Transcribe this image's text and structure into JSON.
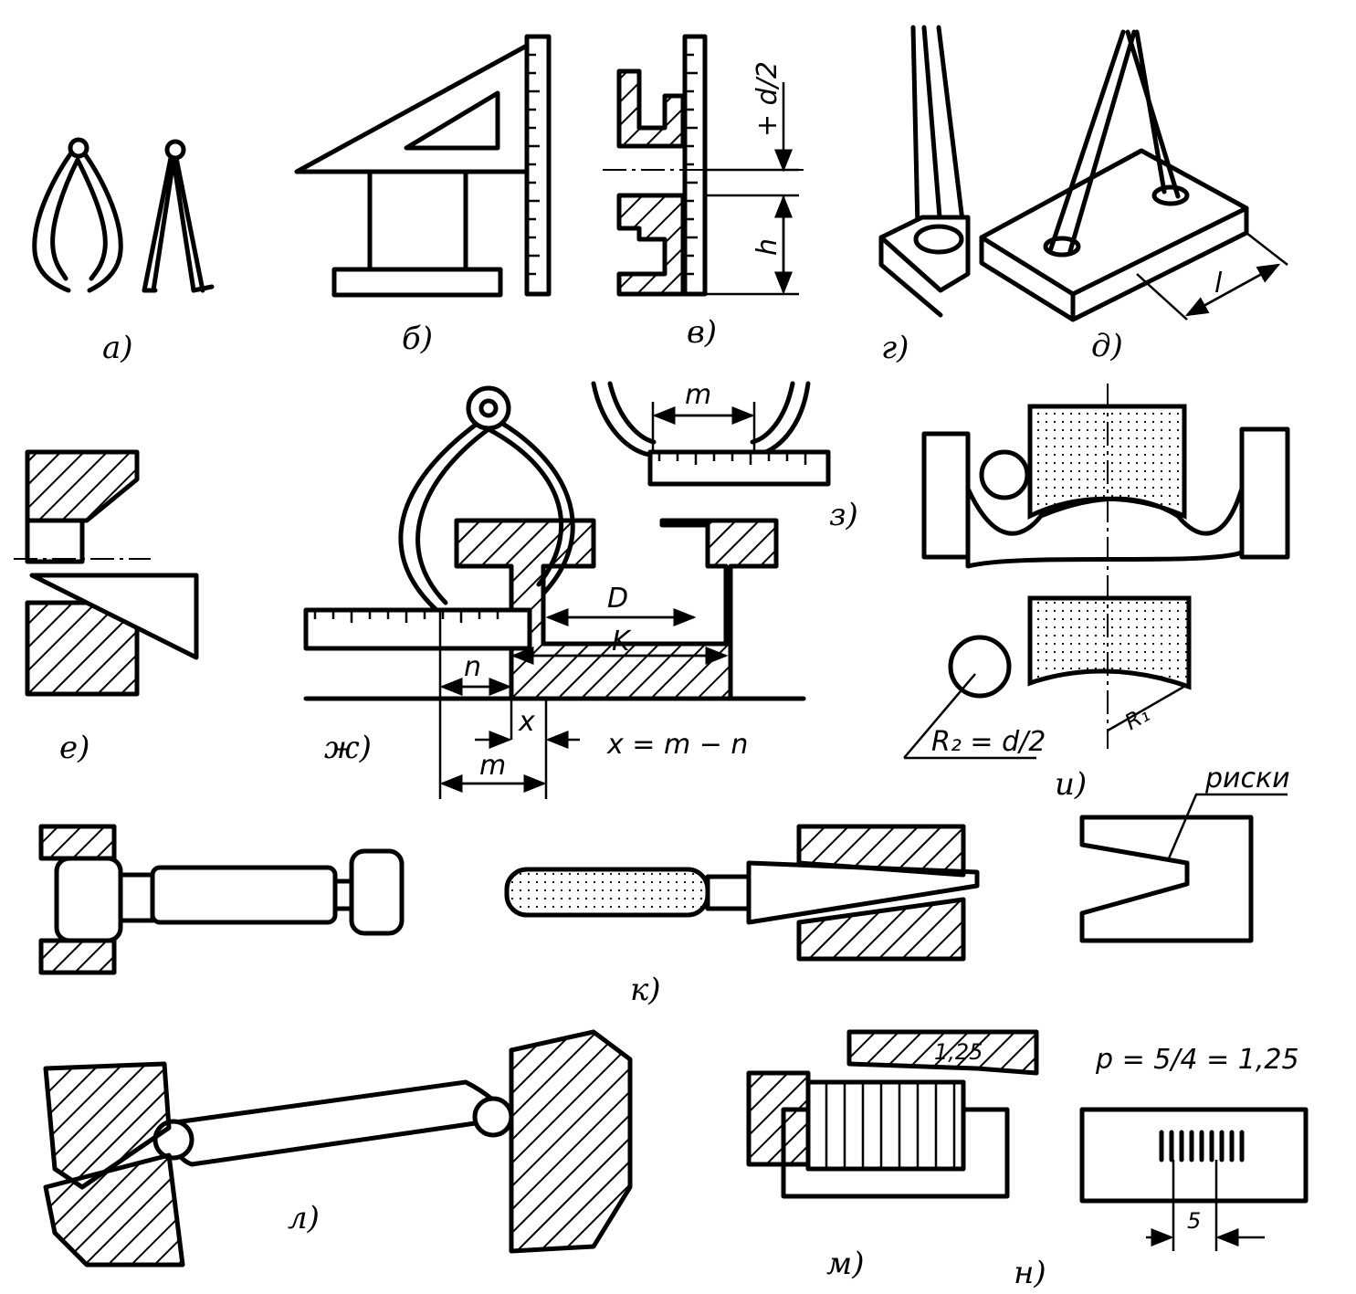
{
  "labels": {
    "a": "а)",
    "b": "б)",
    "v": "в)",
    "g": "г)",
    "d": "д)",
    "e": "е)",
    "zh": "ж)",
    "z": "з)",
    "i": "и)",
    "k": "к)",
    "l": "л)",
    "m": "м)",
    "n": "н)"
  },
  "dimensions": {
    "d_half": "+ d/2",
    "h": "h",
    "l": "l",
    "m_top": "m",
    "D": "D",
    "K": "K",
    "n": "n",
    "x": "x",
    "m_bottom": "m",
    "x_formula": "x = m − n",
    "R2": "R₂ = d/2",
    "R1": "R₁",
    "riski": "риски",
    "pitch_value": "1,25",
    "pitch_formula": "p = 5/4 = 1,25",
    "five": "5"
  }
}
